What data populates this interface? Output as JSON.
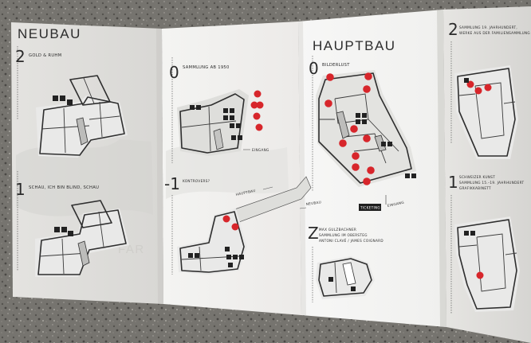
{
  "brochure": {
    "neubau": {
      "title": "NEUBAU",
      "floors": [
        {
          "number": "2",
          "label": "GOLD & RUHM"
        },
        {
          "number": "1",
          "label": "SCHAU, ICH BIN BLIND, SCHAU"
        }
      ],
      "side_letters": "FAR"
    },
    "middle": {
      "floors": [
        {
          "number": "0",
          "label": "SAMMLUNG AB 1950"
        },
        {
          "number": "-1",
          "label": "KONTROVERS?"
        }
      ],
      "labels": {
        "eingang": "EINGANG",
        "hauptbau": "HAUPTBAU"
      }
    },
    "hauptbau": {
      "title": "HAUPTBAU",
      "floors": [
        {
          "number": "0",
          "label": "BILDERLUST"
        },
        {
          "number": "Z",
          "label_lines": [
            "MAX GULZBACHNER",
            "SAMMLUNG IM OBERSTEG",
            "ANTONI CLAVÉ / JAMES COIGNARD"
          ]
        }
      ],
      "labels": {
        "neubau": "NEUBAU",
        "ticketing": "TICKETING",
        "eingang": "EINGANG"
      }
    },
    "right": {
      "floors": [
        {
          "number": "2",
          "label_lines": [
            "SAMMLUNG 19. JAHRHUNDERT,",
            "WERKE AUS DER FAMILIENSAMMLUNG"
          ]
        },
        {
          "number": "1",
          "label_lines": [
            "SCHWEIZER KUNST",
            "SAMMLUNG 15.–19. JAHRHUNDERT",
            "GRAFIKKABINETT"
          ]
        }
      ]
    },
    "colors": {
      "accent": "#d7262b",
      "paper": "#efefed",
      "ink": "#2b2b2b",
      "counter": "#1f1f1f"
    },
    "icons": [
      "toilet-icon",
      "lift-icon",
      "stairs-icon",
      "info-icon",
      "cafe-icon",
      "shop-icon",
      "wheelchair-icon",
      "locker-icon",
      "cloakroom-icon",
      "fire-exit-icon",
      "audio-guide-icon"
    ]
  }
}
